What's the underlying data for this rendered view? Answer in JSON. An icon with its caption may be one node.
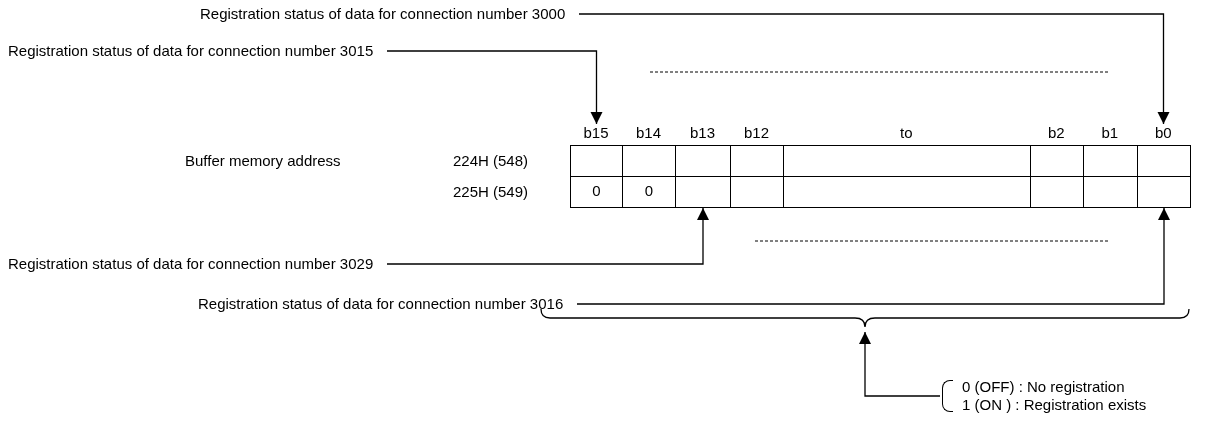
{
  "diagram": {
    "nodes": [
      {
        "text": [
          "Registration status of data for connection number 3000"
        ]
      },
      {
        "text": [
          "Registration status of data for connection number 3015"
        ]
      },
      {
        "text": [
          "b15"
        ]
      },
      {
        "text": [
          "b0"
        ]
      },
      {
        "text": [
          "Registration status of data for connection number 3029"
        ]
      },
      {
        "text": [],
        "shape": "box"
      },
      {
        "text": [
          "Registration status of data for connection number 3016"
        ]
      },
      {
        "text": [],
        "shape": "box"
      },
      {
        "text": [],
        "shape": "brace"
      },
      {
        "text": [
          "0 (OFF) : No registration",
          "1 (ON ) : Registration exists"
        ]
      }
    ],
    "edges": [
      {
        "from": 0,
        "to": 3,
        "arrow": "to"
      },
      {
        "from": 1,
        "to": 2,
        "arrow": "to"
      },
      {
        "from": 4,
        "to": 5,
        "arrow": "to"
      },
      {
        "from": 6,
        "to": 7,
        "arrow": "to"
      },
      {
        "from": 9,
        "to": 8,
        "arrow": "to"
      }
    ],
    "labels": [
      "b14",
      "b13",
      "b12",
      "to",
      "b2",
      "b1",
      "Buffer memory address",
      "224H (548)",
      "225H (549)",
      "0",
      "0"
    ]
  }
}
